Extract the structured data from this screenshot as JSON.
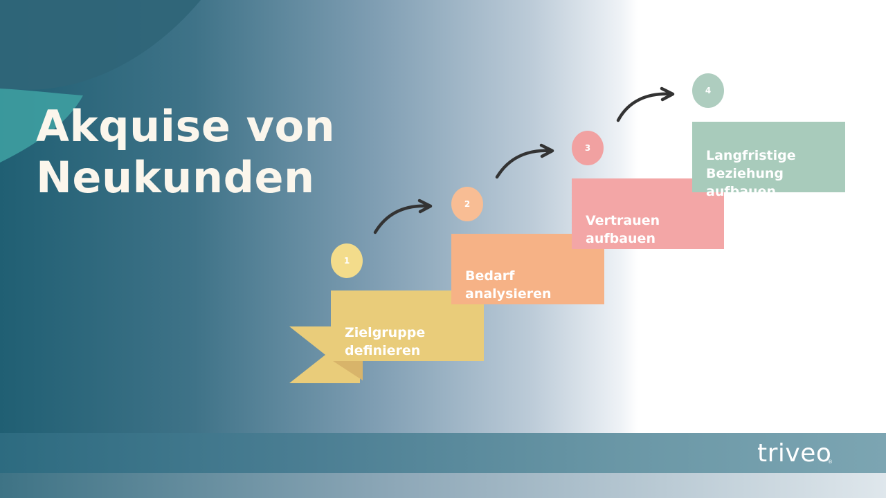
{
  "title": "Akquise von\nNeukunden",
  "steps": [
    {
      "number": "1",
      "label": "Zielgruppe\ndefinieren",
      "color": "#e9cc7a",
      "shade": "#d9a77a"
    },
    {
      "number": "2",
      "label": "Bedarf\nanalysieren",
      "color": "#f6b286",
      "shade": "#d7906d"
    },
    {
      "number": "3",
      "label": "Vertrauen\naufbauen",
      "color": "#f3a6a6",
      "shade": "#7fa2a4"
    },
    {
      "number": "4",
      "label": "Langfristige\nBeziehung\naufbauen",
      "color": "#a8cbbb",
      "shade": "#8fb5a8"
    }
  ],
  "colors": {
    "title_text": "#fbf6ec",
    "arrow": "#333333",
    "footer": "#4b7e93"
  },
  "footer": {
    "logo": "triveo",
    "logo_mark": "®"
  }
}
